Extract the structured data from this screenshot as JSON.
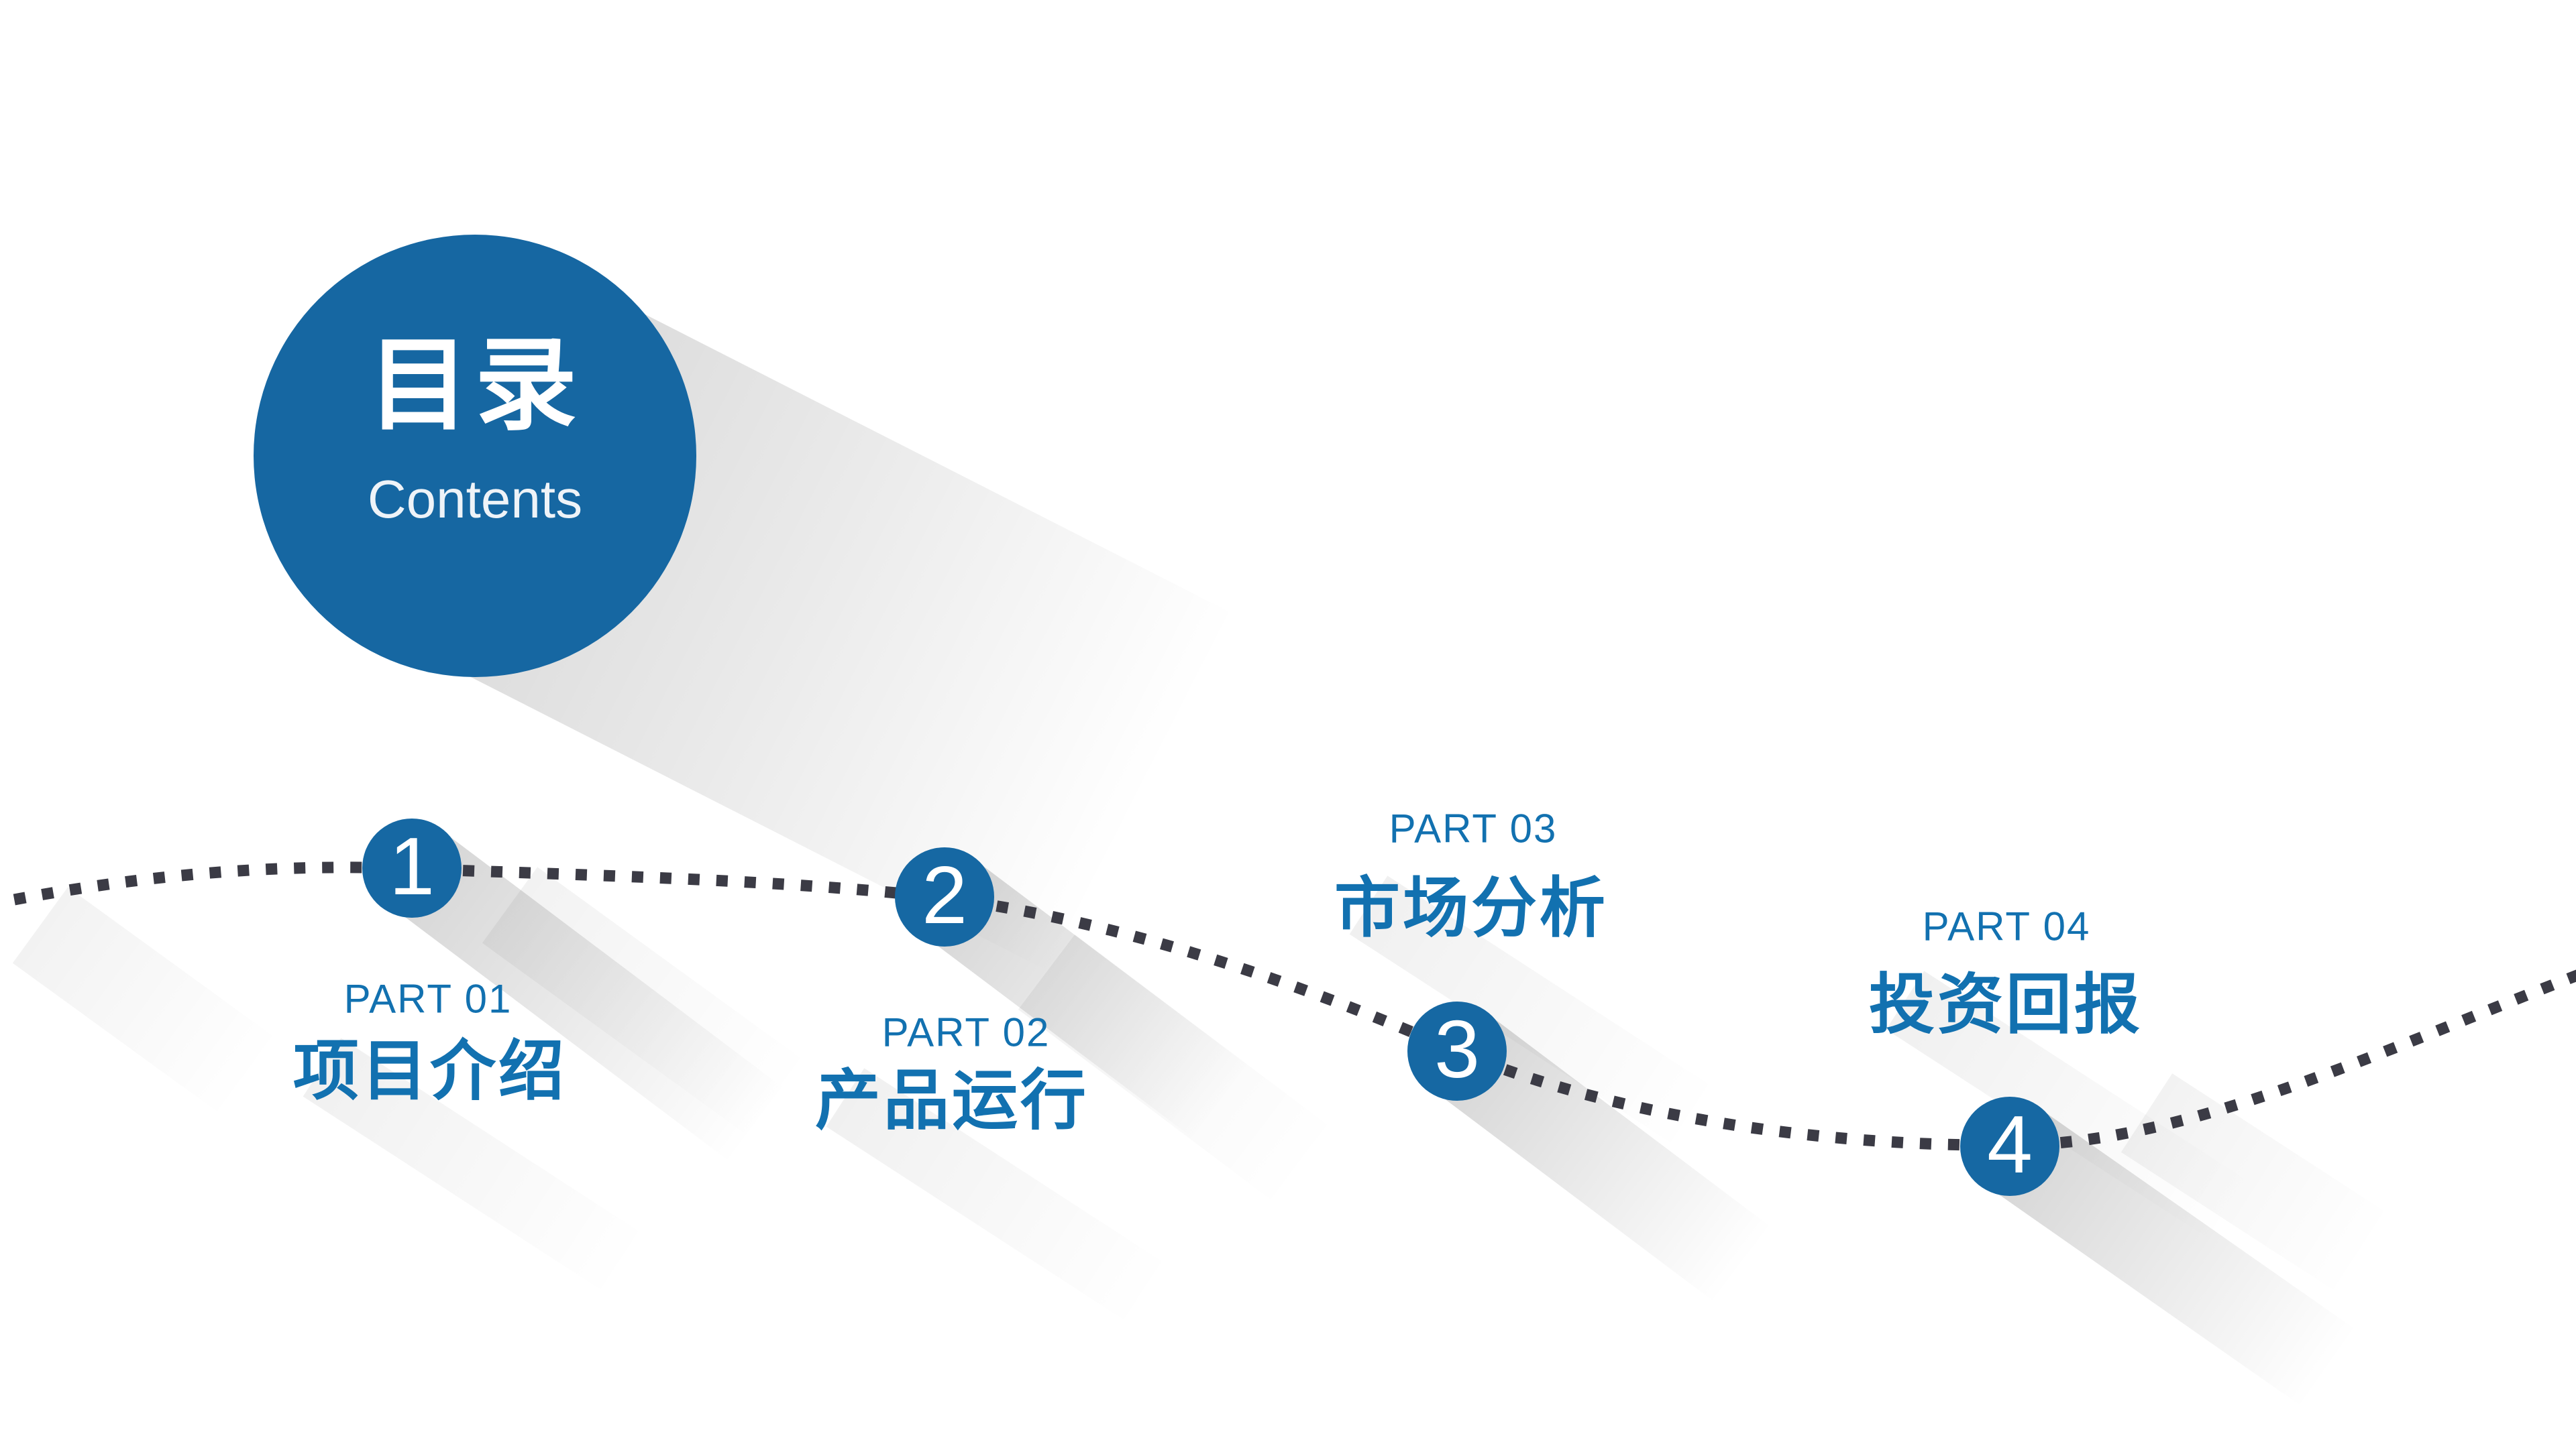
{
  "colors": {
    "badge_blue": "#1667a2",
    "circle_blue": "#1668a3",
    "text_blue": "#1271b0",
    "dot_color": "#3b3b45"
  },
  "toc_badge": {
    "title": "目录",
    "subtitle": "Contents"
  },
  "parts": [
    {
      "number": "1",
      "label": "PART 01",
      "title": "项目介绍"
    },
    {
      "number": "2",
      "label": "PART 02",
      "title": "产品运行"
    },
    {
      "number": "3",
      "label": "PART 03",
      "title": "市场分析"
    },
    {
      "number": "4",
      "label": "PART 04",
      "title": "投资回报"
    }
  ]
}
